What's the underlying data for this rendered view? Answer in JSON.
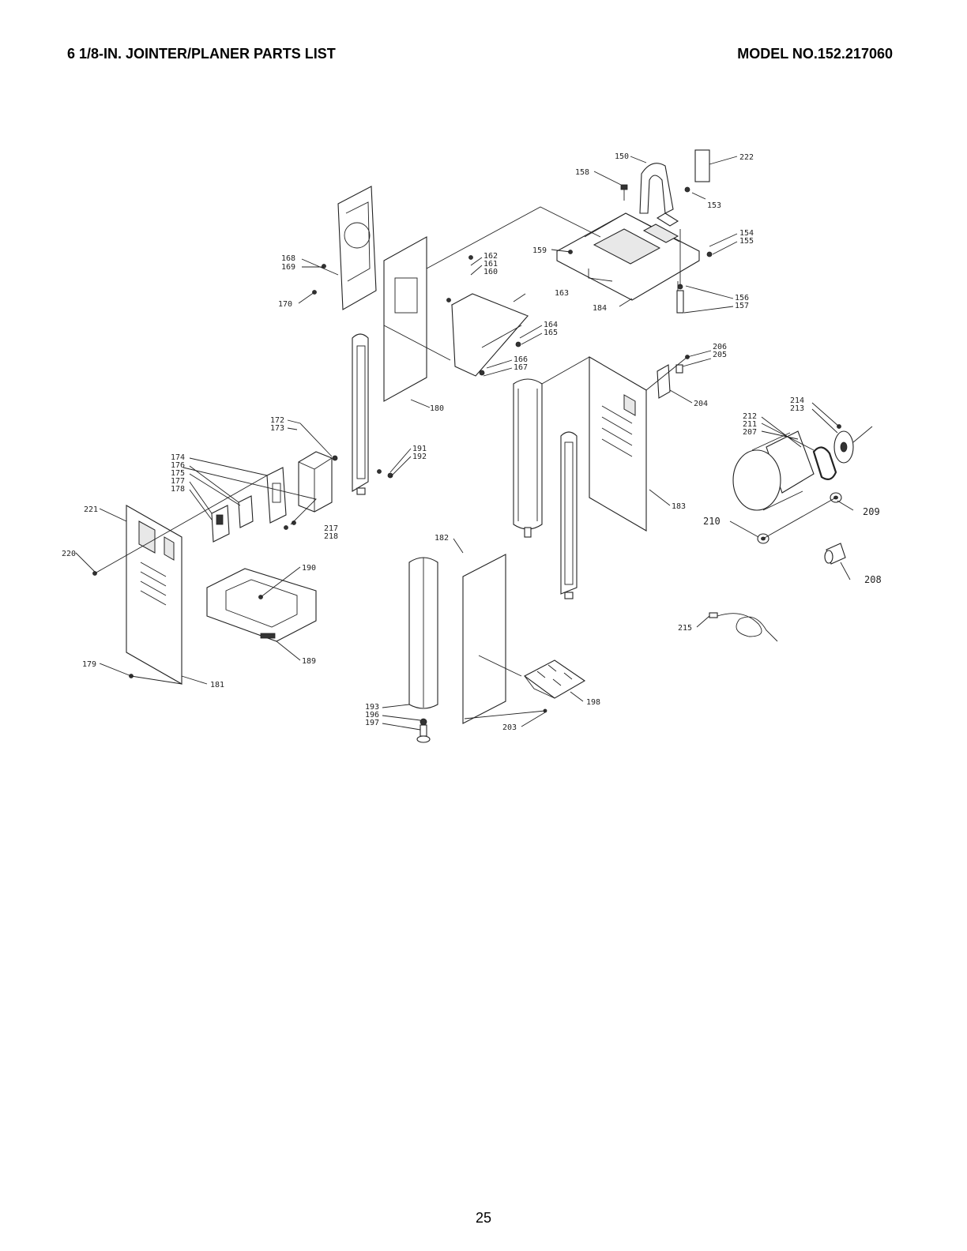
{
  "header": {
    "title": "6 1/8-IN. JOINTER/PLANER PARTS LIST",
    "model": "MODEL NO.152.217060"
  },
  "page_number": "25",
  "callouts": {
    "c150": "150",
    "c153": "153",
    "c154": "154",
    "c155": "155",
    "c156": "156",
    "c157": "157",
    "c158": "158",
    "c159": "159",
    "c160": "160",
    "c161": "161",
    "c162": "162",
    "c163": "163",
    "c164": "164",
    "c165": "165",
    "c166": "166",
    "c167": "167",
    "c168": "168",
    "c169": "169",
    "c170": "170",
    "c172": "172",
    "c173": "173",
    "c174": "174",
    "c175": "175",
    "c176": "176",
    "c177": "177",
    "c178": "178",
    "c179": "179",
    "c180": "180",
    "c181": "181",
    "c182": "182",
    "c183": "183",
    "c184": "184",
    "c189": "189",
    "c190": "190",
    "c191": "191",
    "c192": "192",
    "c193": "193",
    "c196": "196",
    "c197": "197",
    "c198": "198",
    "c203": "203",
    "c204": "204",
    "c205": "205",
    "c206": "206",
    "c207": "207",
    "c208": "208",
    "c209": "209",
    "c210": "210",
    "c211": "211",
    "c212": "212",
    "c213": "213",
    "c214": "214",
    "c215": "215",
    "c217": "217",
    "c218": "218",
    "c220": "220",
    "c221": "221",
    "c222": "222"
  }
}
